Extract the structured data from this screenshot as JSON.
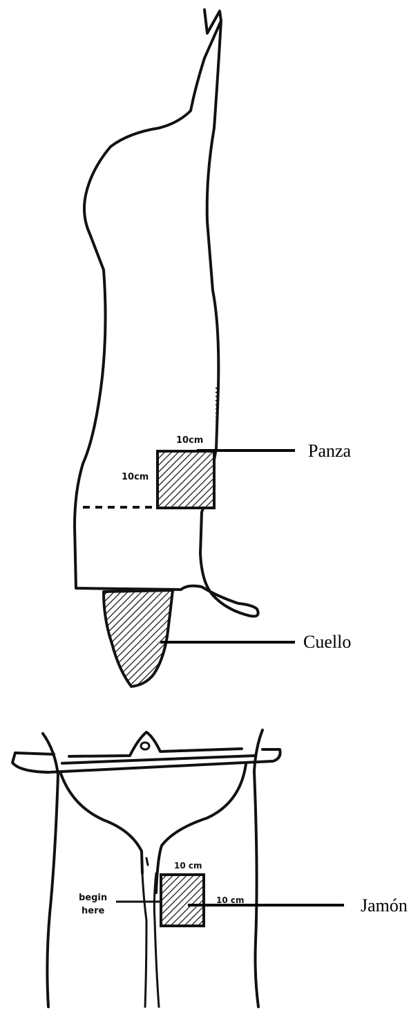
{
  "diagram": {
    "top_view": {
      "labels": {
        "panza": "Panza",
        "cuello": "Cuello"
      },
      "dimension_marks": {
        "width": "10cm",
        "height": "10cm"
      }
    },
    "bottom_view": {
      "labels": {
        "jamon": "Jamón"
      },
      "dimension_marks": {
        "width": "10 cm",
        "height": "10 cm"
      },
      "begin_note": {
        "line1": "begin",
        "line2": "here"
      }
    }
  }
}
